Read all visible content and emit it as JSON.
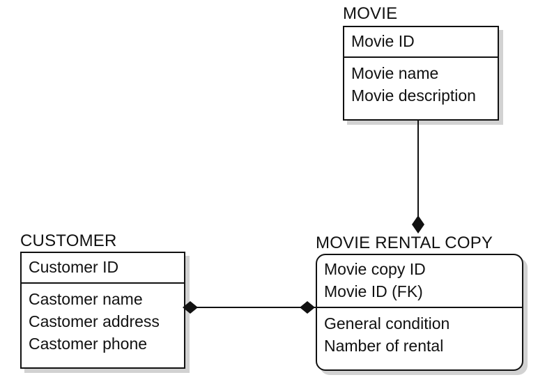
{
  "entities": {
    "movie": {
      "title": "MOVIE",
      "keys": [
        "Movie ID"
      ],
      "attributes": [
        "Movie name",
        "Movie description"
      ]
    },
    "customer": {
      "title": "CUSTOMER",
      "keys": [
        "Customer ID"
      ],
      "attributes": [
        "Castomer name",
        "Castomer address",
        "Castomer phone"
      ]
    },
    "movie_rental_copy": {
      "title": "MOVIE RENTAL COPY",
      "keys": [
        "Movie copy ID",
        "Movie ID (FK)"
      ],
      "attributes": [
        "General condition",
        "Namber of rental"
      ]
    }
  },
  "relationships": [
    {
      "from": "movie",
      "to": "movie_rental_copy",
      "end_marker": "filled-dot"
    },
    {
      "from": "customer",
      "to": "movie_rental_copy",
      "end_marker": "filled-dot"
    }
  ]
}
